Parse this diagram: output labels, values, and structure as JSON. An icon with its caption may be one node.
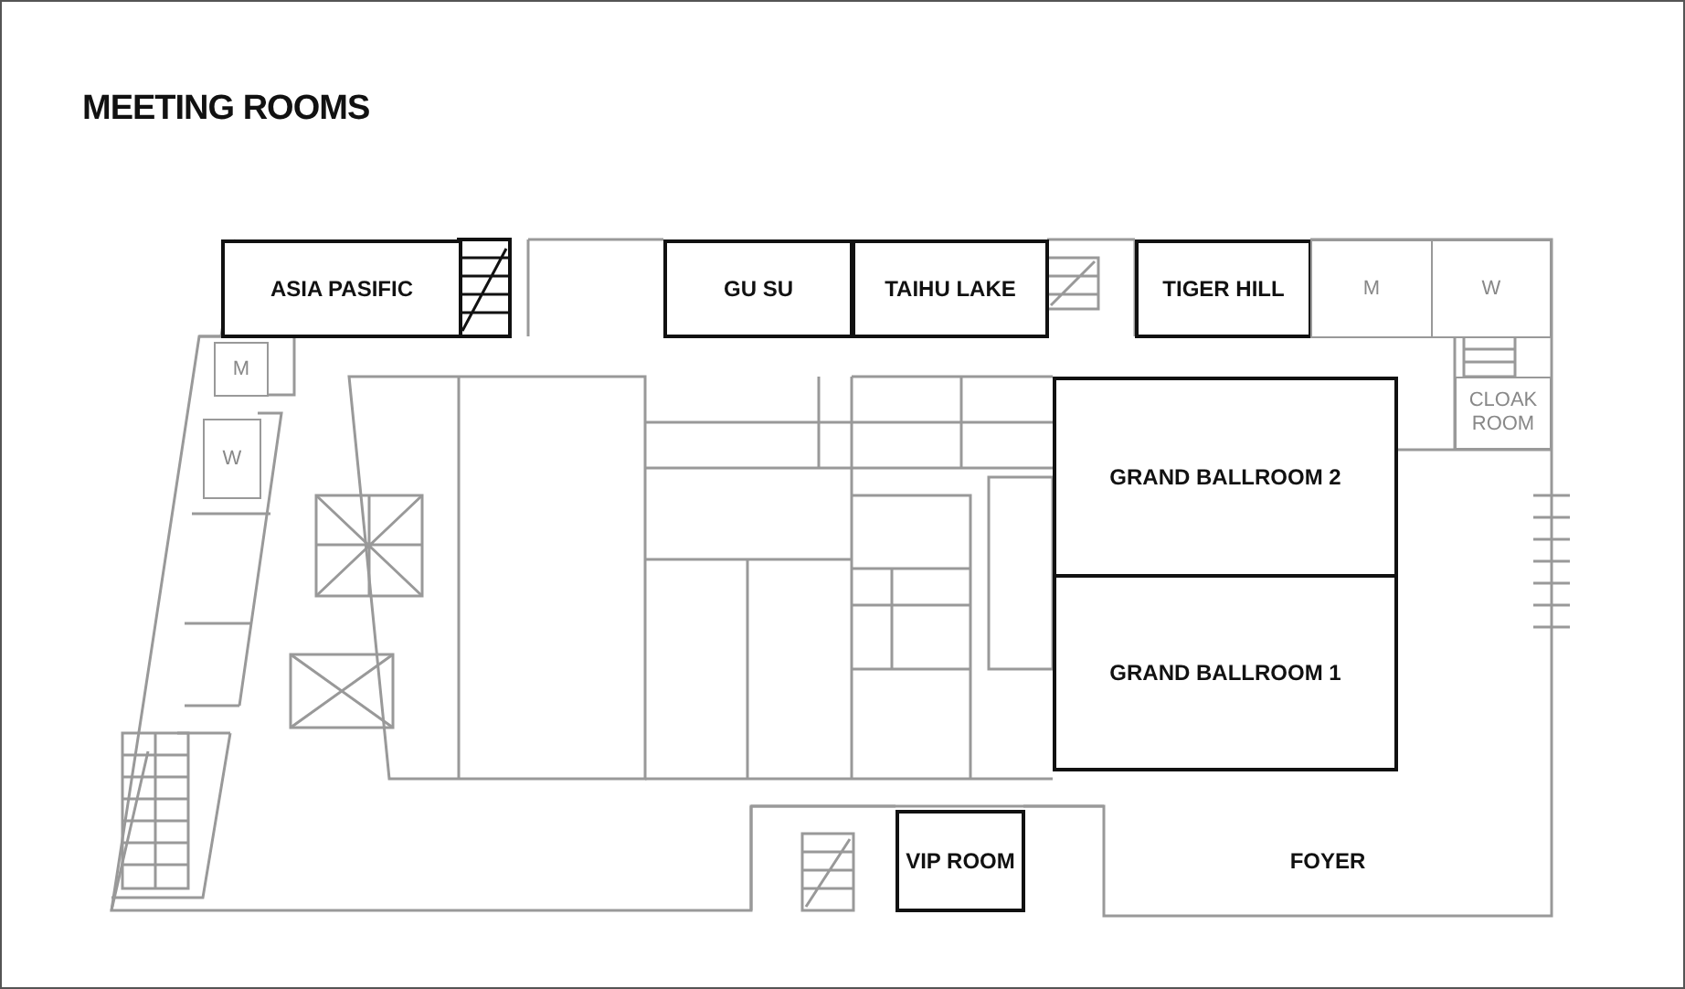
{
  "diagram": {
    "title": "MEETING ROOMS",
    "nodes": [
      {
        "text": [
          "ASIA PASIFIC"
        ]
      },
      {
        "text": [
          "GU SU"
        ]
      },
      {
        "text": [
          "TAIHU LAKE"
        ]
      },
      {
        "text": [
          "TIGER HILL"
        ]
      },
      {
        "text": [
          "M"
        ]
      },
      {
        "text": [
          "W"
        ]
      },
      {
        "text": [
          "M"
        ]
      },
      {
        "text": [
          "CLOAK ROOM"
        ]
      },
      {
        "text": [
          "W"
        ]
      },
      {
        "text": [
          "GRAND BALLROOM 2"
        ]
      },
      {
        "text": [
          "GRAND BALLROOM 1"
        ]
      },
      {
        "text": [
          "VIP ROOM"
        ]
      },
      {
        "text": [
          "FOYER"
        ]
      }
    ]
  }
}
